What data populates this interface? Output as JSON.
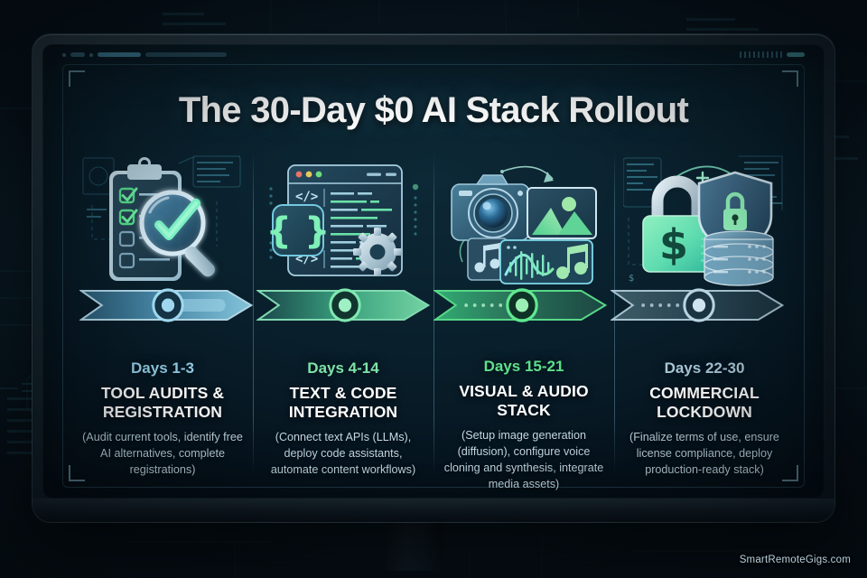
{
  "poster": {
    "title": "The 30-Day $0 AI Stack Rollout",
    "watermark": "SmartRemoteGigs.com"
  },
  "colors": {
    "accent_blue": "#8fc9e2",
    "accent_green_light": "#7fe3a8",
    "accent_green": "#5fe08a",
    "accent_steel": "#a8c6d6",
    "heading_white": "#ffffff",
    "body_text": "#c3dbe6",
    "screen_bg": "#09202c",
    "bezel": "#16232c"
  },
  "stages": [
    {
      "id": "stage-1",
      "days": "Days 1-3",
      "days_color": "#8fc9e2",
      "heading": "TOOL AUDITS & REGISTRATION",
      "description": "(Audit current tools, identify free AI alternatives, complete registrations)",
      "icon": "clipboard-checklist-magnifier-icon",
      "node_color": "#8fc9e2"
    },
    {
      "id": "stage-2",
      "days": "Days 4-14",
      "days_color": "#7fe3a8",
      "heading": "TEXT & CODE INTEGRATION",
      "description": "(Connect text APIs (LLMs), deploy code assistants, automate content workflows)",
      "icon": "code-window-braces-gear-icon",
      "node_color": "#7fe3a8"
    },
    {
      "id": "stage-3",
      "days": "Days 15-21",
      "days_color": "#5fe08a",
      "heading": "VISUAL & AUDIO STACK",
      "description": "(Setup image generation (diffusion), configure voice cloning and synthesis, integrate media assets)",
      "icon": "camera-image-audio-waveform-icon",
      "node_color": "#5fe08a"
    },
    {
      "id": "stage-4",
      "days": "Days 22-30",
      "days_color": "#a8c6d6",
      "heading": "COMMERCIAL LOCKDOWN",
      "description": "(Finalize terms of use, ensure license compliance, deploy production-ready stack)",
      "icon": "padlock-dollar-shield-database-icon",
      "node_color": "#a8c6d6"
    }
  ]
}
